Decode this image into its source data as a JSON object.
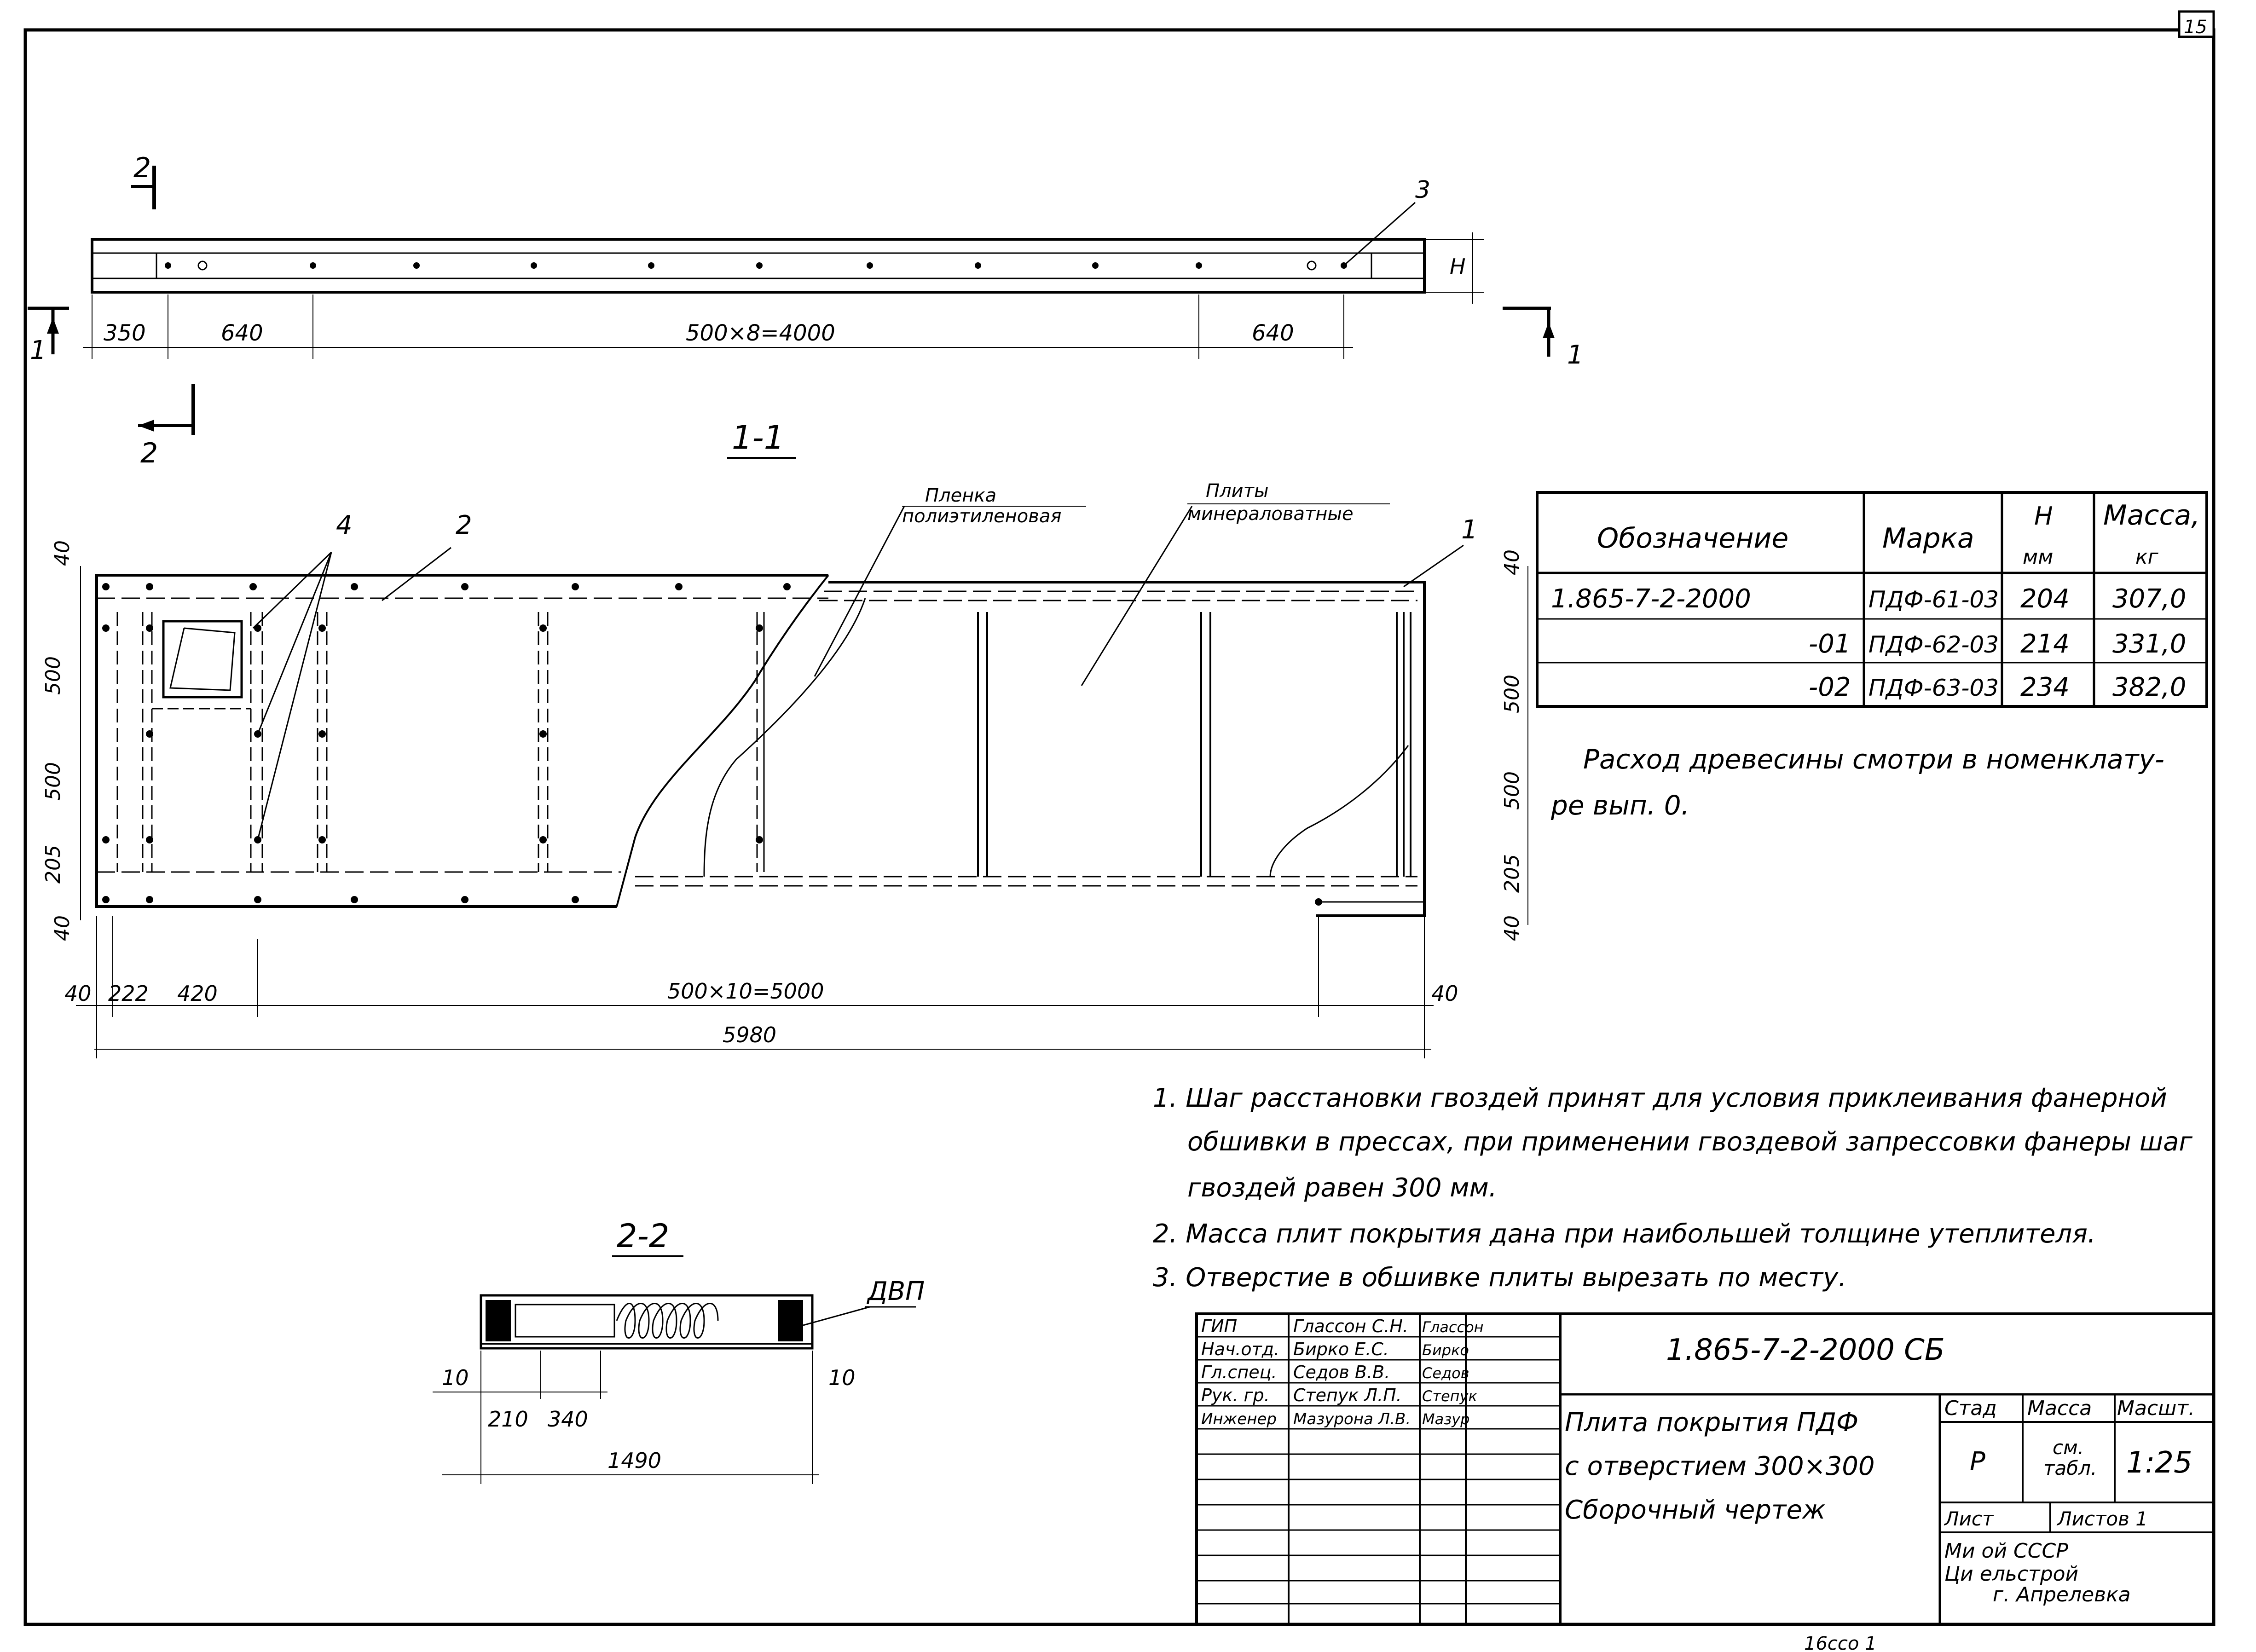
{
  "sheet_number": "15",
  "top_view": {
    "section_2_label_top": "2",
    "section_2_label_bottom": "2",
    "section_1_label_left": "1",
    "section_1_label_right": "1",
    "callout_3": "3",
    "dim_h": "H",
    "dims": [
      "350",
      "640",
      "500×8=4000",
      "640"
    ]
  },
  "section_1_1": {
    "title": "1-1",
    "label_film": "Пленка полиэтиленовая",
    "label_film_line1": "Пленка",
    "label_film_line2": "полиэтиленовая",
    "label_plates_line1": "Плиты",
    "label_plates_line2": "минераловатные",
    "callout_1": "1",
    "callout_2": "2",
    "callout_4": "4",
    "left_dims": [
      "40",
      "500",
      "500",
      "205",
      "40"
    ],
    "right_dims": [
      "40",
      "500",
      "500",
      "205",
      "40"
    ],
    "bottom_dims": [
      "40",
      "222",
      "420",
      "500×10=5000",
      "40"
    ],
    "overall_dim": "5980"
  },
  "section_2_2": {
    "title": "2-2",
    "label_dvp": "ДВП",
    "dims": [
      "10",
      "210",
      "340",
      "10"
    ],
    "overall_dim": "1490"
  },
  "spec_table": {
    "headers": [
      "Обозначение",
      "Марка",
      "H мм",
      "Масса, кг"
    ],
    "header_h_line1": "H",
    "header_h_line2": "мм",
    "header_mass_line1": "Масса,",
    "header_mass_line2": "кг",
    "rows": [
      {
        "designation": "1.865-7-2-2000",
        "mark": "ПДФ-61-03",
        "h": "204",
        "mass": "307,0"
      },
      {
        "designation": "-01",
        "mark": "ПДФ-62-03",
        "h": "214",
        "mass": "331,0"
      },
      {
        "designation": "-02",
        "mark": "ПДФ-63-03",
        "h": "234",
        "mass": "382,0"
      }
    ]
  },
  "wood_note_line1": "Расход древесины смотри в номенклату-",
  "wood_note_line2": "ре вып. 0.",
  "notes": [
    "1. Шаг расстановки гвоздей принят для условия приклеивания фанерной",
    "обшивки в прессах, при применении гвоздевой запрессовки фанеры шаг",
    "гвоздей равен 300 мм.",
    "2. Масса плит покрытия дана при наибольшей толщине утеплителя.",
    "3. Отверстие в обшивке плиты вырезать по месту."
  ],
  "title_block": {
    "document_code": "1.865-7-2-2000 СБ",
    "roles": [
      "ГИП",
      "Нач.отд.",
      "Гл.спец.",
      "Рук. гр.",
      "Инженер"
    ],
    "names": [
      "Глассон С.Н.",
      "Бирко Е.С.",
      "Седов В.В.",
      "Степук Л.П.",
      "Мазурона Л.В."
    ],
    "signatures": [
      "Глассон",
      "Бирко",
      "Седов",
      "Степук",
      "Мазур"
    ],
    "title_line1": "Плита покрытия ПДФ",
    "title_line2": "с отверстием 300×300",
    "title_line3": "Сборочный чертеж",
    "stage_header": "Стад",
    "mass_header": "Масса",
    "scale_header": "Масшт.",
    "stage_value": "Р",
    "mass_value_line1": "см.",
    "mass_value_line2": "табл.",
    "scale_value": "1:25",
    "sheet_label": "Лист",
    "sheets_label": "Листов 1",
    "org_line1": "Ми        ой СССР",
    "org_line2": "Ци        ельстрой",
    "org_line3": "г. Апрелевка"
  },
  "footer_stamp": "16ссо    1"
}
